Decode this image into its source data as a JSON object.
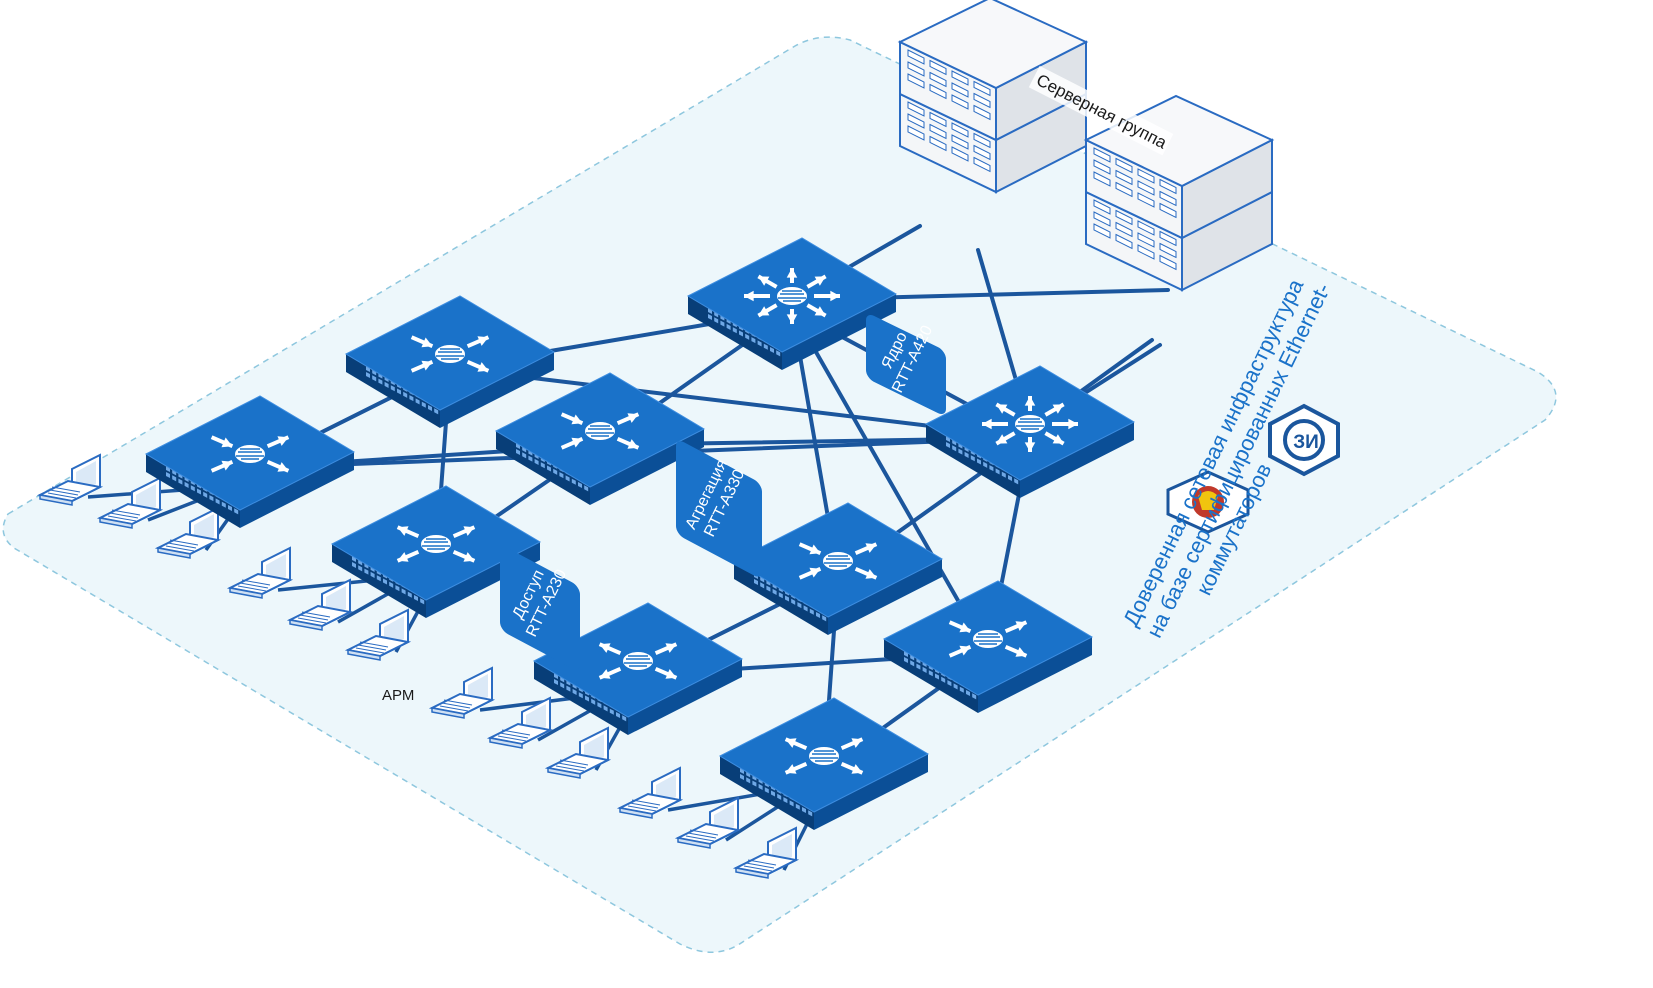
{
  "colors": {
    "switch_top": "#1a72c9",
    "switch_side": "#0b4f97",
    "switch_front": "#083e78",
    "link": "#1b569d",
    "floor_fill": "#edf7fb",
    "floor_border": "#8ec7de",
    "server_face": "#eef1f4",
    "server_outline": "#2a6bc2",
    "laptop": "#2a6bc2"
  },
  "labels": {
    "server_group": "Серверная группа",
    "workstations": "АРМ",
    "core_line1": "Ядро",
    "core_line2": "RTT-A420",
    "aggregation_line1": "Агрегация",
    "aggregation_line2": "RTT-A330",
    "access_line1": "Доступ",
    "access_line2": "RTT-A230",
    "title_line1": "Доверенная сетевая инфраструктура",
    "title_line2": "на базе сертифицированных Ethernet-",
    "title_line3": "коммутаторов"
  },
  "logos": {
    "fstec_logo_text": "ЗИ",
    "emblem": "ministry-emblem"
  },
  "icons": {
    "switch_symbol": "multilayer-switch-icon",
    "server": "server-rack-icon",
    "laptop": "laptop-icon"
  }
}
